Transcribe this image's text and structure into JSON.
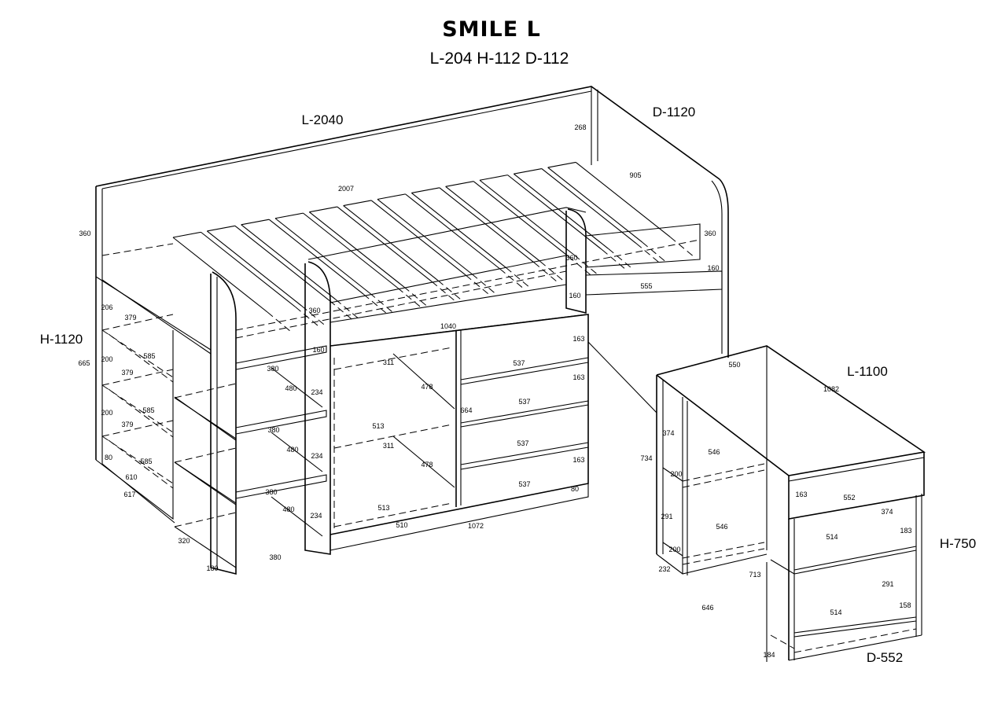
{
  "title": "SMILE L",
  "subtitle": "L-204 H-112 D-112",
  "overall_labels": [
    "L-2040",
    "D-1120",
    "H-1120",
    "L-1100",
    "H-750",
    "D-552"
  ],
  "dimensions": [
    "268",
    "905",
    "2007",
    "360",
    "360",
    "360",
    "160",
    "360",
    "555",
    "160",
    "1040",
    "206",
    "379",
    "163",
    "160",
    "665",
    "585",
    "200",
    "311",
    "537",
    "379",
    "380",
    "480",
    "478",
    "234",
    "163",
    "664",
    "537",
    "200",
    "585",
    "379",
    "513",
    "311",
    "380",
    "537",
    "163",
    "480",
    "234",
    "478",
    "80",
    "585",
    "610",
    "617",
    "537",
    "80",
    "380",
    "480",
    "234",
    "513",
    "510",
    "1072",
    "320",
    "380",
    "180",
    "550",
    "1082",
    "374",
    "734",
    "546",
    "200",
    "163",
    "552",
    "374",
    "291",
    "546",
    "514",
    "183",
    "200",
    "232",
    "713",
    "291",
    "646",
    "514",
    "158",
    "184"
  ]
}
